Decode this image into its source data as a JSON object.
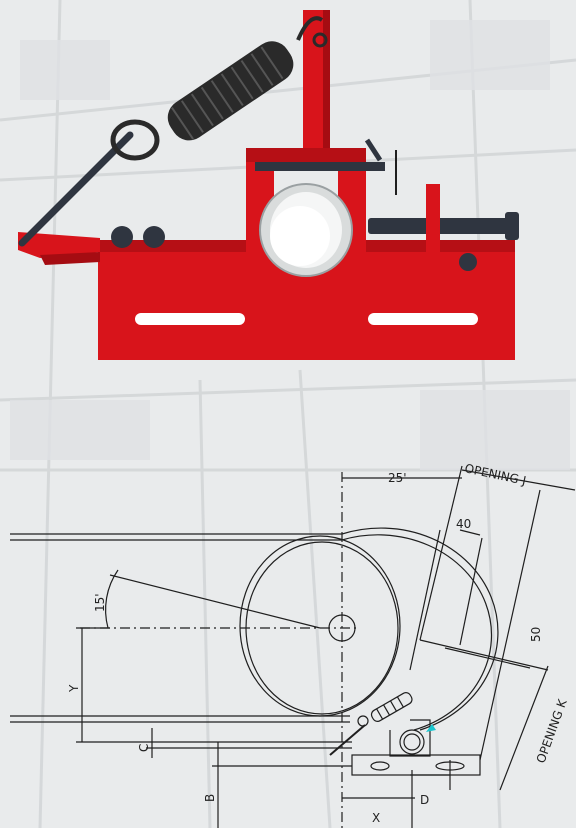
{
  "colors": {
    "bracket_red": "#d8141b",
    "bracket_shadow": "#a50c12",
    "spring_black": "#2a2a2a",
    "bolt_dark": "#2f3540",
    "pipe_silver": "#d9dcdc",
    "line": "#1f1f1f",
    "accent_cyan": "#19c6cf",
    "background": "#e9ebec"
  },
  "drawing": {
    "angle_top": "25'",
    "angle_side": "15'",
    "opening_j": "OPENING J",
    "opening_k": "OPENING K",
    "dim_40": "40",
    "dim_50": "50",
    "dim_y": "Y",
    "dim_c": "C",
    "dim_b": "B",
    "dim_x": "X",
    "dim_d": "D"
  },
  "icons": {
    "product": "spring-loaded-pipe-bracket-render",
    "schematic": "belt-pulley-dimension-drawing"
  }
}
